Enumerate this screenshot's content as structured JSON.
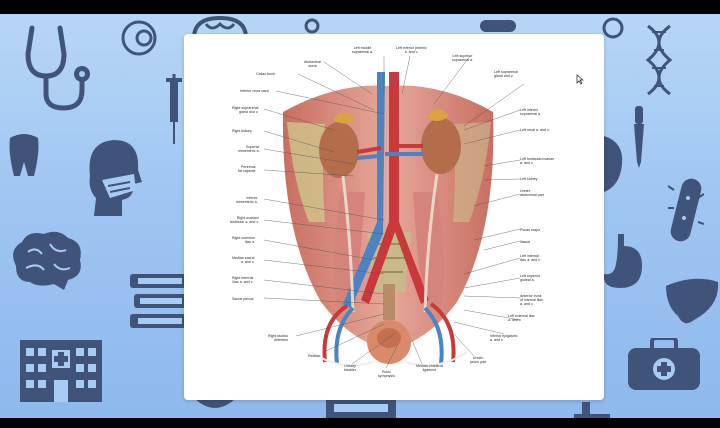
{
  "colors": {
    "background_top": "#b7d6f6",
    "background_bottom": "#8eb9ee",
    "icon_color": "#3f5478",
    "card": "#ffffff",
    "artery": "#c9383a",
    "vein": "#4b83c4",
    "kidney": "#b36d4a",
    "muscle": "#d98a7e"
  },
  "background_icons": [
    "stethoscope-icon",
    "eye-icon",
    "brain-outline-icon",
    "bacteria-icon",
    "dna-icon",
    "syringe-icon",
    "tooth-icon",
    "masked-head-icon",
    "dropper-icon",
    "brain-icon",
    "books-icon",
    "hospital-icon",
    "stomach-icon",
    "liver-icon",
    "medical-bag-icon",
    "ear-icon"
  ],
  "figure": {
    "labels_top": [
      {
        "text": "Left middle\nsuprarenal a.",
        "id": "left-middle-suprarenal"
      },
      {
        "text": "Left inferior phrenic\na. and v.",
        "id": "left-inferior-phrenic"
      },
      {
        "text": "Abdominal\naorta",
        "id": "abdominal-aorta"
      },
      {
        "text": "Left superior\nsuprarenal a.",
        "id": "left-superior-suprarenal"
      }
    ],
    "labels_left": [
      {
        "text": "Celiac trunk",
        "id": "celiac-trunk"
      },
      {
        "text": "Inferior vena cava",
        "id": "inferior-vena-cava"
      },
      {
        "text": "Right suprarenal\ngland and v.",
        "id": "right-suprarenal-gland"
      },
      {
        "text": "Right kidney",
        "id": "right-kidney"
      },
      {
        "text": "Superior\nmesenteric a.",
        "id": "superior-mesenteric"
      },
      {
        "text": "Perirenal\nfat capsule",
        "id": "perirenal-fat"
      },
      {
        "text": "Inferior\nmesenteric a.",
        "id": "inferior-mesenteric"
      },
      {
        "text": "Right ovarian/\ntesticular a. and v.",
        "id": "right-ovarian"
      },
      {
        "text": "Right common\niliac a.",
        "id": "right-common-iliac"
      },
      {
        "text": "Median sacral\na. and v.",
        "id": "median-sacral"
      },
      {
        "text": "Right internal\niliac a. and v.",
        "id": "right-internal-iliac"
      },
      {
        "text": "Sacral plexus",
        "id": "sacral-plexus"
      },
      {
        "text": "Right ductus\ndeferens",
        "id": "right-ductus"
      }
    ],
    "labels_right": [
      {
        "text": "Left suprarenal\ngland and v.",
        "id": "left-suprarenal-gland"
      },
      {
        "text": "Left inferior\nsuprarenal a.",
        "id": "left-inferior-suprarenal"
      },
      {
        "text": "Left renal a. and v.",
        "id": "left-renal"
      },
      {
        "text": "Left testicular/ovarian\na. and v.",
        "id": "left-testicular"
      },
      {
        "text": "Left kidney",
        "id": "left-kidney"
      },
      {
        "text": "Ureter,\nabdominal part",
        "id": "ureter-abdominal"
      },
      {
        "text": "Psoas major",
        "id": "psoas-major"
      },
      {
        "text": "Iliacus",
        "id": "iliacus"
      },
      {
        "text": "Left internal\niliac a. and v.",
        "id": "left-internal-iliac"
      },
      {
        "text": "Left superior\ngluteal a.",
        "id": "left-superior-gluteal"
      },
      {
        "text": "Anterior trunk\nof internal iliac\na. and v.",
        "id": "anterior-trunk"
      },
      {
        "text": "Left external iliac\na. and v.",
        "id": "left-external-iliac"
      },
      {
        "text": "Inferior epigastric\na. and v.",
        "id": "inferior-epigastric"
      }
    ],
    "labels_bottom": [
      {
        "text": "Rectum",
        "id": "rectum"
      },
      {
        "text": "Urinary\nbladder",
        "id": "urinary-bladder"
      },
      {
        "text": "Pubic\nsymphysis",
        "id": "pubic-symphysis"
      },
      {
        "text": "Median umbilical\nligament",
        "id": "median-umbilical"
      },
      {
        "text": "Ureter,\npelvic part",
        "id": "ureter-pelvic"
      }
    ]
  }
}
